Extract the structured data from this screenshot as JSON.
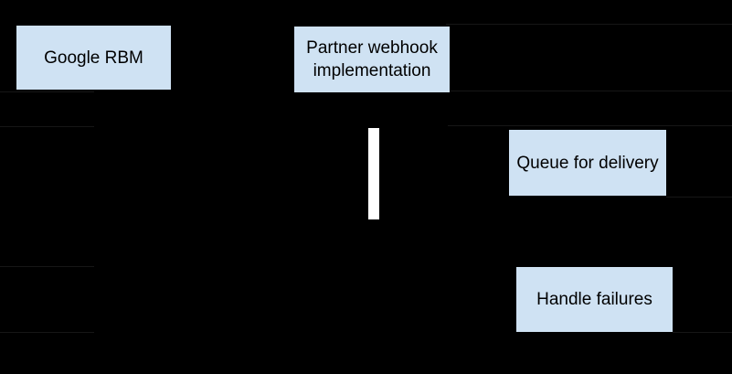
{
  "diagram": {
    "background_color": "#000000",
    "node_fill_color": "#cfe2f3",
    "node_text_color": "#000000",
    "activation_bar_color": "#ffffff",
    "hairline_color": "#161616",
    "nodes": [
      {
        "id": "google-rbm",
        "label": "Google RBM"
      },
      {
        "id": "partner-webhook",
        "label": "Partner webhook\nimplementation"
      },
      {
        "id": "queue-for-delivery",
        "label": "Queue for delivery"
      },
      {
        "id": "handle-failures",
        "label": "Handle failures"
      }
    ]
  }
}
